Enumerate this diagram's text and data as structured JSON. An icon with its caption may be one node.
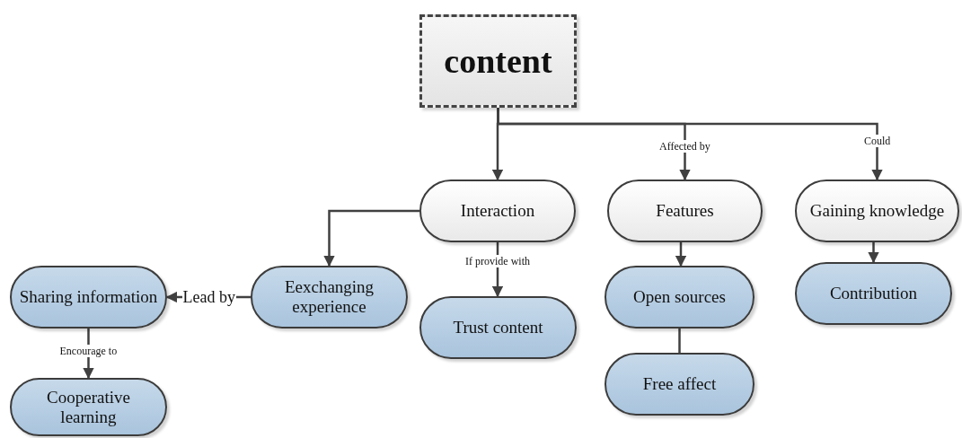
{
  "diagram": {
    "nodes": [
      {
        "text": [
          "content"
        ]
      },
      {
        "text": [
          "Interaction"
        ]
      },
      {
        "text": [
          "Features"
        ]
      },
      {
        "text": [
          "Gaining knowledge"
        ]
      },
      {
        "text": [
          "Sharing information"
        ]
      },
      {
        "text": [
          "Eexchanging experience"
        ]
      },
      {
        "text": [
          "Trust content"
        ]
      },
      {
        "text": [
          "Open sources"
        ]
      },
      {
        "text": [
          "Contribution"
        ]
      },
      {
        "text": [
          "Cooperative learning"
        ]
      },
      {
        "text": [
          "Free affect"
        ]
      }
    ],
    "edges": [
      {
        "from": 0,
        "to": 1,
        "arrow": "to"
      },
      {
        "from": 0,
        "to": 2,
        "arrow": "to",
        "label": "Affected by"
      },
      {
        "from": 0,
        "to": 3,
        "arrow": "to",
        "label": "Could"
      },
      {
        "from": 1,
        "to": 5,
        "arrow": "to"
      },
      {
        "from": 1,
        "to": 6,
        "arrow": "to",
        "label": "If provide with"
      },
      {
        "from": 5,
        "to": 4,
        "arrow": "to",
        "label": "Lead by"
      },
      {
        "from": 4,
        "to": 9,
        "arrow": "to",
        "label": "Encourage to"
      },
      {
        "from": 2,
        "to": 7,
        "arrow": "to"
      },
      {
        "from": 7,
        "to": 10,
        "arrow": "none"
      },
      {
        "from": 3,
        "to": 8,
        "arrow": "to"
      }
    ]
  }
}
